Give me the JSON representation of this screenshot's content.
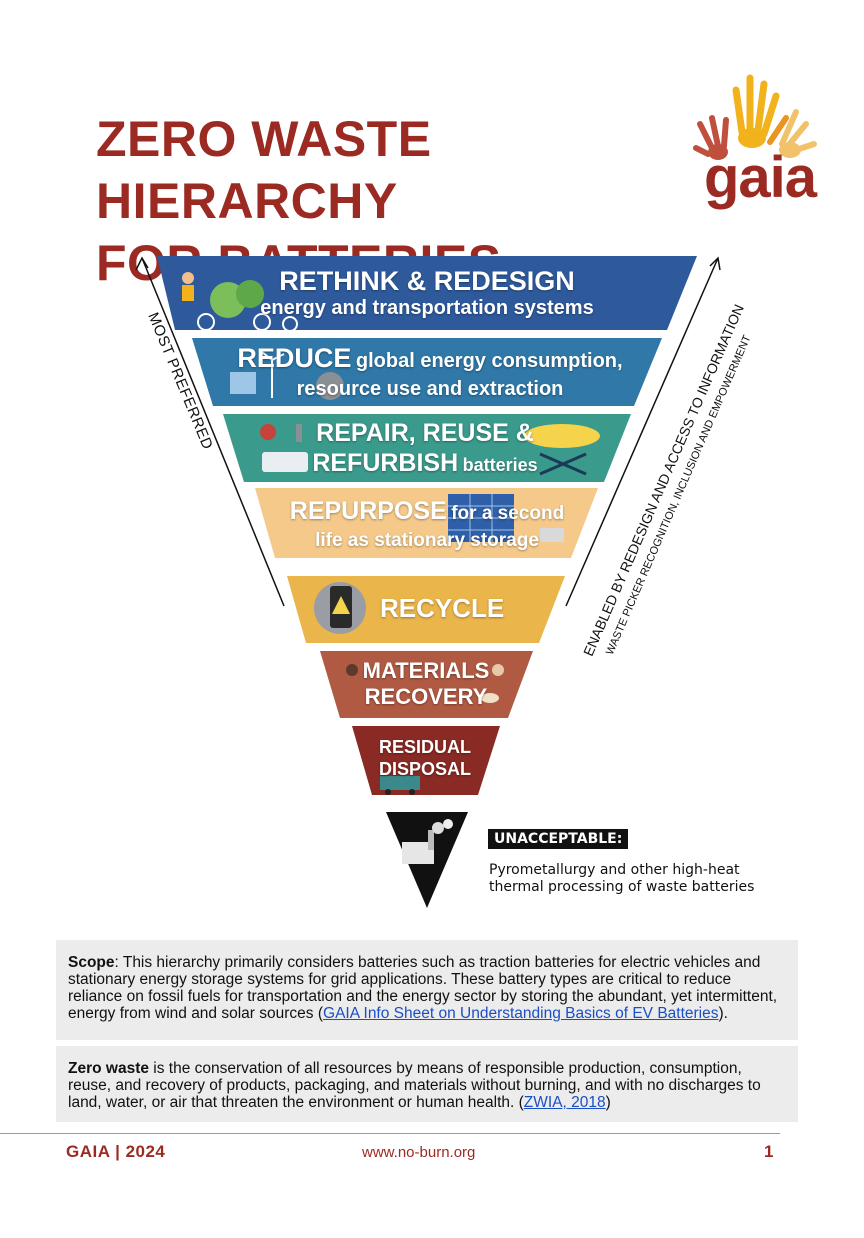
{
  "title": {
    "line1": "ZERO WASTE HIERARCHY",
    "line2": "FOR BATTERIES"
  },
  "logo": {
    "text": "gaia"
  },
  "side_labels": {
    "left": "MOST PREFERRED",
    "right_main": "ENABLED BY REDESIGN AND ACCESS TO INFORMATION",
    "right_sub": "WASTE PICKER RECOGNITION, INCLUSION AND EMPOWERMENT"
  },
  "tiers": [
    {
      "id": "rethink",
      "heading": "RETHINK & REDESIGN",
      "sub": "energy and transportation systems",
      "color": "#2e5a9c"
    },
    {
      "id": "reduce",
      "heading": "REDUCE",
      "sub": "global energy consumption,",
      "sub2": "resource use and extraction",
      "color": "#2f78a8"
    },
    {
      "id": "repair",
      "heading": "REPAIR, REUSE &",
      "heading2": "REFURBISH",
      "sub": "batteries",
      "color": "#3a9a8c"
    },
    {
      "id": "repurpose",
      "heading": "REPURPOSE",
      "sub": "for a second",
      "sub2": "life as stationary storage",
      "color": "#f4c98a"
    },
    {
      "id": "recycle",
      "heading": "RECYCLE",
      "color": "#eab54a"
    },
    {
      "id": "materials",
      "heading": "MATERIALS",
      "heading2": "RECOVERY",
      "color": "#b05a44"
    },
    {
      "id": "residual",
      "heading": "RESIDUAL",
      "heading2": "DISPOSAL",
      "color": "#8a2a24"
    }
  ],
  "unacceptable": {
    "tag": "UNACCEPTABLE:",
    "line1": "Pyrometallurgy and other high-heat",
    "line2": "thermal processing of waste batteries"
  },
  "scope": {
    "label": "Scope",
    "text": ": This hierarchy primarily considers batteries such as traction batteries for electric vehicles and stationary energy storage systems for grid applications. These battery types are critical to reduce reliance on fossil fuels for transportation and the energy sector by storing the abundant, yet intermittent, energy from wind and solar sources (",
    "link": "GAIA Info Sheet on Understanding Basics of EV Batteries",
    "end": ")."
  },
  "zero_waste": {
    "label": "Zero waste",
    "text": " is the conservation of all resources by means of responsible production, consumption, reuse, and recovery of products, packaging, and materials without burning, and with no discharges to land, water, or air that threaten the environment or human health. (",
    "link": "ZWIA, 2018",
    "end": ")"
  },
  "footer": {
    "left": "GAIA | 2024",
    "center": "www.no-burn.org",
    "page": "1"
  }
}
